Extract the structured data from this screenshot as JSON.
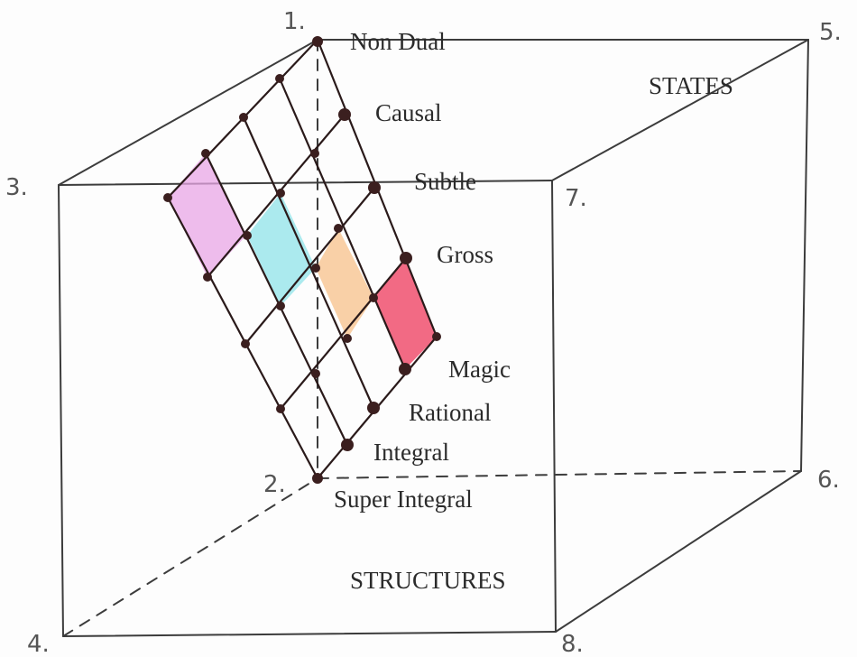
{
  "diagram": {
    "state_labels": [
      "Non Dual",
      "Causal",
      "Subtle",
      "Gross"
    ],
    "structure_labels": [
      "Magic",
      "Rational",
      "Integral",
      "Super Integral"
    ],
    "axis_states": "STATES",
    "axis_structures": "STRUCTURES",
    "corner_numbers": [
      "1.",
      "2.",
      "3.",
      "4.",
      "5.",
      "6.",
      "7.",
      "8."
    ],
    "cell_colors": {
      "violet": "#e8a6e6",
      "cyan": "#8fe3e8",
      "orange": "#f7c08a",
      "red": "#f0506e"
    }
  }
}
